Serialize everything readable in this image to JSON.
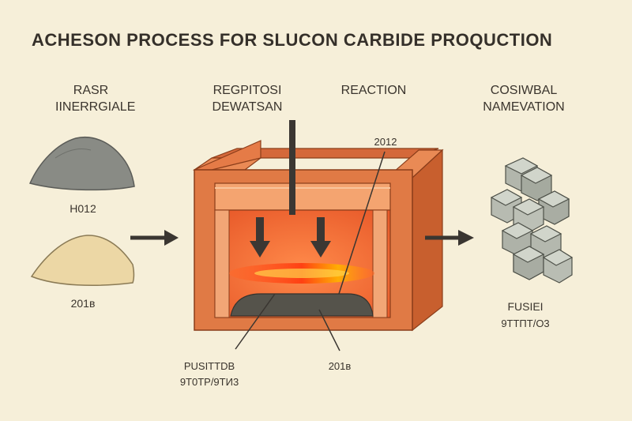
{
  "title": "ACHESON PROCESS FOR SLUCON CARBIDE PROQUCTION",
  "headers": {
    "raw_line1": "RASR",
    "raw_line2": "IINERRGIALE",
    "furnace_line1": "REGPITOSI",
    "furnace_line2": "DEWATSAN",
    "reaction": "REACTION",
    "product_line1": "COSIWBAL",
    "product_line2": "NAMEVATION"
  },
  "labels": {
    "raw_top": "Н012",
    "raw_bottom": "201в",
    "reaction_value": "2012",
    "bottom_left_line1": "PUSITTDB",
    "bottom_left_line2": "9T0TP/9ТИ3",
    "bottom_mid": "201в",
    "product_line1": "FUSIEI",
    "product_line2": "9TТПТ/О3"
  },
  "colors": {
    "background": "#f6efd9",
    "brick": "#e07a45",
    "brick_dark": "#c85f2e",
    "glow": "#ff5a1f",
    "gray_rock": "#8a8c86",
    "sand": "#ecd8a8",
    "crystal": "#a9aea4"
  }
}
